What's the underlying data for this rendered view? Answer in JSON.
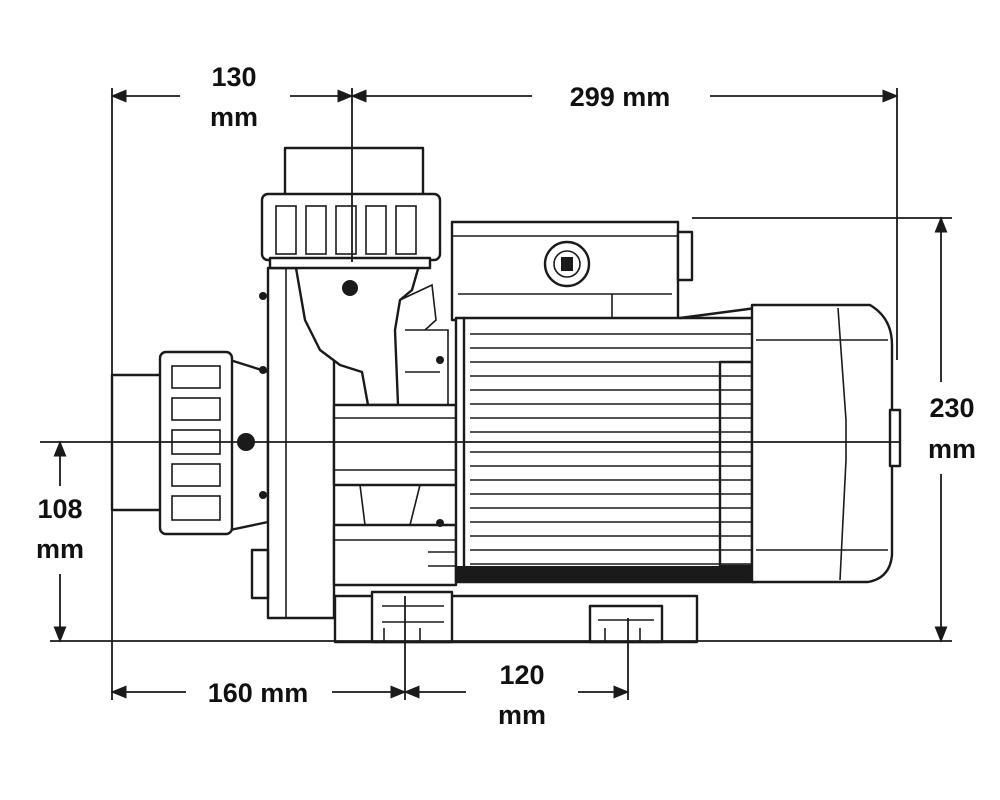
{
  "dimensions": {
    "top_left": {
      "value": "130",
      "unit": "mm"
    },
    "top_right": {
      "value": "299 mm"
    },
    "right_height": {
      "value": "230",
      "unit": "mm"
    },
    "left_height": {
      "value": "108",
      "unit": "mm"
    },
    "bottom_left": {
      "value": "160 mm"
    },
    "bottom_right": {
      "value": "120",
      "unit": "mm"
    }
  }
}
